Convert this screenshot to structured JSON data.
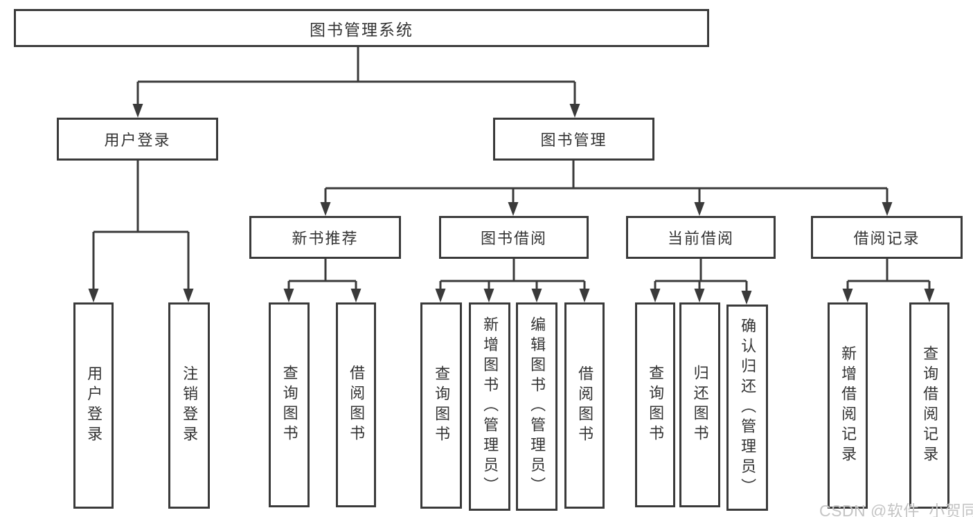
{
  "tree": {
    "root": {
      "label": "图书管理系统"
    },
    "level1": [
      {
        "id": "user-login",
        "label": "用户登录"
      },
      {
        "id": "book-management",
        "label": "图书管理"
      }
    ],
    "level2": [
      {
        "id": "new-book-recommend",
        "parent": "book-management",
        "label": "新书推荐"
      },
      {
        "id": "book-borrow",
        "parent": "book-management",
        "label": "图书借阅"
      },
      {
        "id": "current-borrow",
        "parent": "book-management",
        "label": "当前借阅"
      },
      {
        "id": "borrow-records",
        "parent": "book-management",
        "label": "借阅记录"
      }
    ],
    "leaves": [
      {
        "parent": "user-login",
        "label": "用户登录"
      },
      {
        "parent": "user-login",
        "label": "注销登录"
      },
      {
        "parent": "new-book-recommend",
        "label": "查询图书"
      },
      {
        "parent": "new-book-recommend",
        "label": "借阅图书"
      },
      {
        "parent": "book-borrow",
        "label": "查询图书"
      },
      {
        "parent": "book-borrow",
        "label": "新增图书（管理员）"
      },
      {
        "parent": "book-borrow",
        "label": "编辑图书（管理员）"
      },
      {
        "parent": "book-borrow",
        "label": "借阅图书"
      },
      {
        "parent": "current-borrow",
        "label": "查询图书"
      },
      {
        "parent": "current-borrow",
        "label": "归还图书"
      },
      {
        "parent": "current-borrow",
        "label": "确认归还（管理员）"
      },
      {
        "parent": "borrow-records",
        "label": "新增借阅记录"
      },
      {
        "parent": "borrow-records",
        "label": "查询借阅记录"
      }
    ]
  },
  "watermark": {
    "text": "CSDN @软件_小贺同学"
  },
  "colors": {
    "line": "#3a3a3a",
    "text": "#333333",
    "box_fill": "#ffffff",
    "background": "#ffffff",
    "watermark": "#c4c4c4"
  }
}
